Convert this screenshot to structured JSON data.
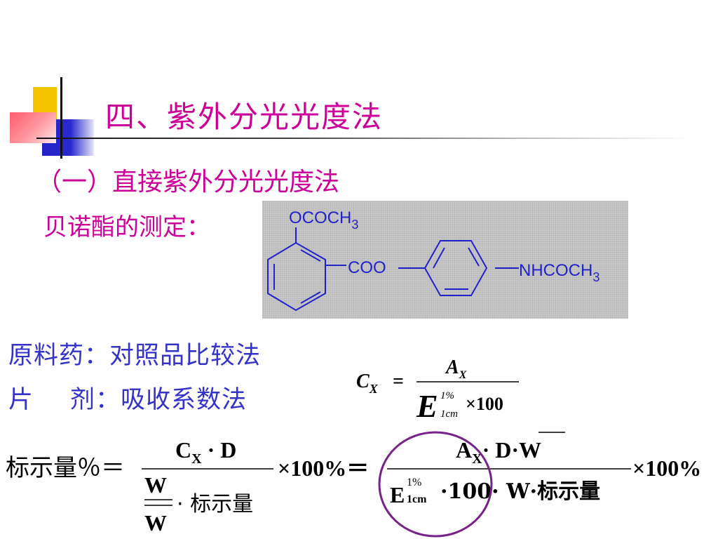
{
  "slide": {
    "title": "四、紫外分光光度法",
    "subtitle": "（一）直接紫外分光光度法",
    "drug_label": "贝诺酯的测定："
  },
  "structure": {
    "group_top": "OCOCH",
    "group_top_sub": "3",
    "linker": "COO",
    "group_right": "NHCOCH",
    "group_right_sub": "3"
  },
  "methods": {
    "raw": "原料药：对照品比较法",
    "tablet_a": "片",
    "tablet_b": "剂：吸收系数法"
  },
  "formula_cx": {
    "lhs": "C",
    "lhs_sub": "X",
    "num": "A",
    "num_sub": "X",
    "den_e": "E",
    "den_sup": "1%",
    "den_sub": "1cm",
    "den_tail": "×100"
  },
  "formula_main": {
    "lhs": "标示量％＝",
    "f1_num": "C",
    "f1_num_sub": "X",
    "f1_num_tail": " · D",
    "f1_den_w": "W",
    "f1_den_wbar": "W",
    "f1_den_tail": "· 标示量",
    "times100_a": "×100%＝",
    "f2_num": "A",
    "f2_num_sub": "X",
    "f2_num_tail": "· D·",
    "f2_num_wbar": "W",
    "f2_den_e": "E",
    "f2_den_sup": "1%",
    "f2_den_sub": "1cm",
    "f2_den_tail": "·100· W·标示量",
    "times100_b": "×100%"
  },
  "colors": {
    "title": "#cc0099",
    "method": "#3333cc",
    "structure_bg": "#c8c8c8",
    "structure_lines": "#2222cc",
    "ellipse": "#772288"
  }
}
